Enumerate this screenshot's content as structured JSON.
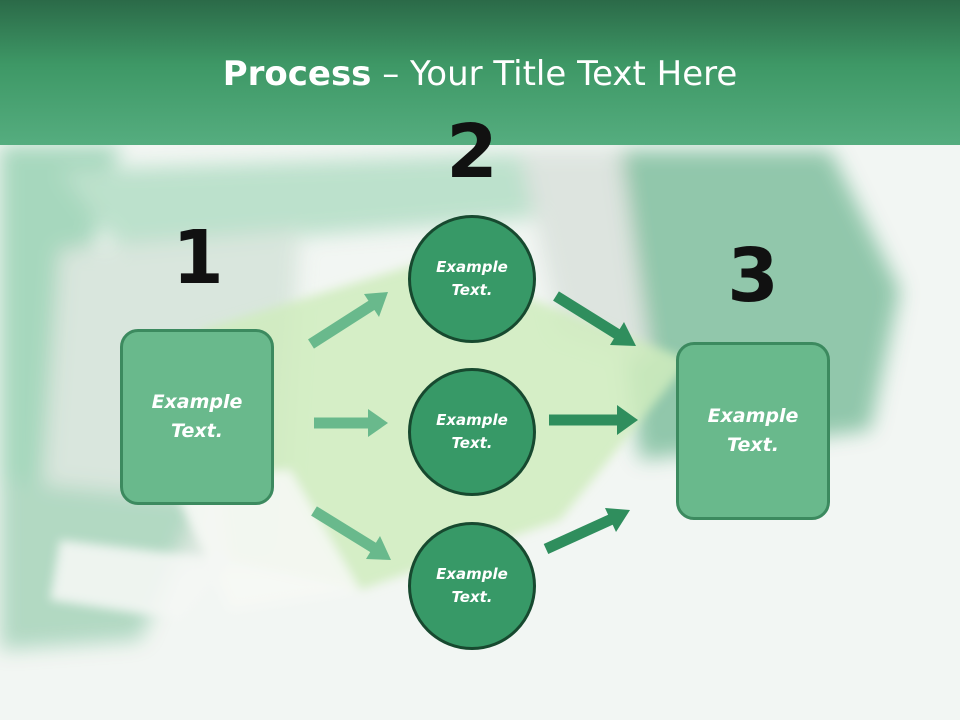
{
  "title": {
    "bold": "Process",
    "rest": " – Your Title Text Here"
  },
  "steps": [
    {
      "number": "1",
      "text": "Example Text."
    },
    {
      "number": "2",
      "circles": [
        {
          "text": "Example Text."
        },
        {
          "text": "Example Text."
        },
        {
          "text": "Example Text."
        }
      ]
    },
    {
      "number": "3",
      "text": "Example Text."
    }
  ],
  "colors": {
    "title_bar_top": "#2b6a48",
    "title_bar_bottom": "#55ad7f",
    "box_fill": "#69b98c",
    "box_border": "#3c8a5f",
    "circle_fill": "#379967",
    "circle_border": "#17492f",
    "arrow_light": "#69b98c",
    "arrow_dark": "#2f8e5d"
  }
}
